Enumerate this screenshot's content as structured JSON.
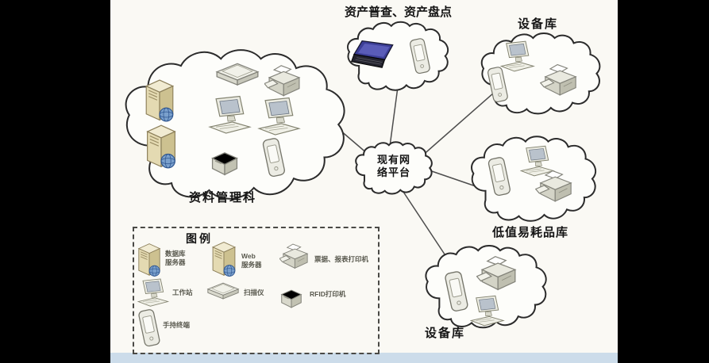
{
  "diagram": {
    "clouds": {
      "dept": {
        "label": "资料管理科"
      },
      "census": {
        "label": "资产普查、资产盘点"
      },
      "equip_top": {
        "label": "设备库"
      },
      "network": {
        "line1": "现有网",
        "line2": "络平台"
      },
      "consumables": {
        "label": "低值易耗品库"
      },
      "equip_bottom": {
        "label": "设备库"
      }
    },
    "legend": {
      "title": "图例",
      "items": {
        "db_server": {
          "line1": "数据库",
          "line2": "服务器"
        },
        "web_server": {
          "line1": "Web",
          "line2": "服务器"
        },
        "report_printer": {
          "label": "票据、报表打印机"
        },
        "workstation": {
          "label": "工作站"
        },
        "scanner": {
          "label": "扫描仪"
        },
        "rfid_printer": {
          "label": "RFID打印机"
        },
        "handheld": {
          "label": "手持终端"
        }
      }
    },
    "colors": {
      "background": "#000000",
      "paper": "#faf9f4",
      "cloud_stroke": "#2b2b2b",
      "server_body": "#e4dab2",
      "globe_blue": "#6f96c4",
      "laptop_screen": "#3c3e96",
      "link_line": "#4d4d4d",
      "bottom_strip": "#ccdcea"
    }
  }
}
